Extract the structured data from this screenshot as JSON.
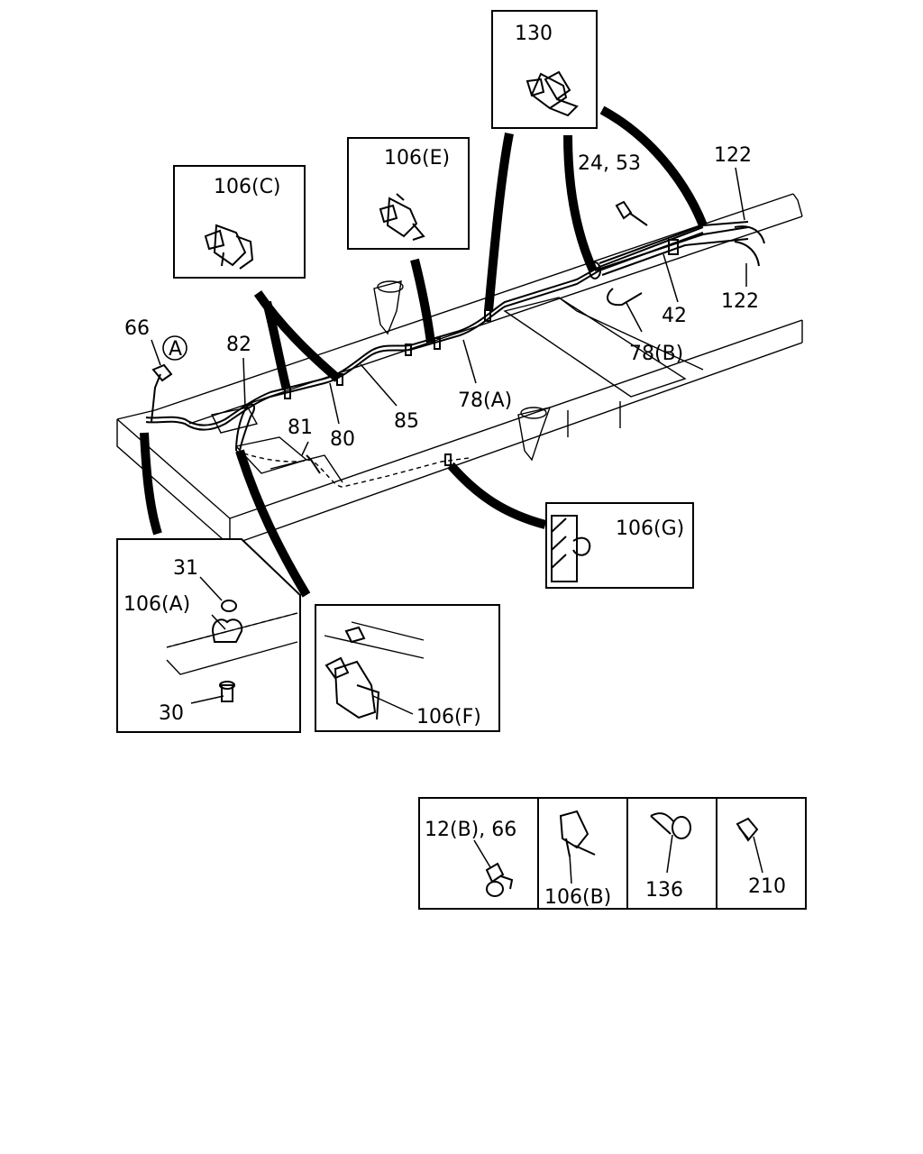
{
  "labels": {
    "l130": "130",
    "l24_53": "24, 53",
    "l122_top": "122",
    "l122_bot": "122",
    "l106e": "106(E)",
    "l106c": "106(C)",
    "l42": "42",
    "l78b": "78(B)",
    "l66": "66",
    "lA": "A",
    "l82": "82",
    "l78a": "78(A)",
    "l85": "85",
    "l81": "81",
    "l80": "80",
    "l106g": "106(G)",
    "l31": "31",
    "l106a": "106(A)",
    "l30": "30",
    "l106f": "106(F)",
    "l12b66": "12(B), 66",
    "l106b": "106(B)",
    "l136": "136",
    "l210": "210"
  }
}
